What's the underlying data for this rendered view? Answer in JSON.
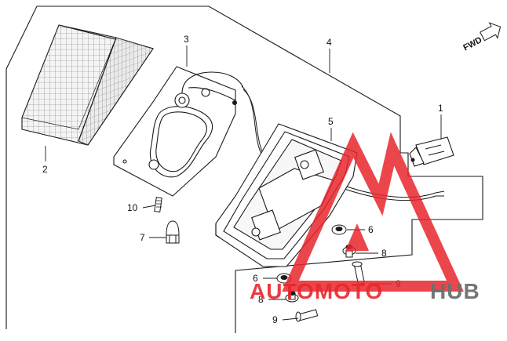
{
  "diagram": {
    "orientation_label": "FWD",
    "callouts": {
      "p1": "1",
      "p2": "2",
      "p3": "3",
      "p4": "4",
      "p5": "5",
      "p6a": "6",
      "p6b": "6",
      "p7": "7",
      "p8a": "8",
      "p8b": "8",
      "p9a": "9",
      "p9b": "9",
      "p10": "10"
    }
  },
  "watermark": {
    "part1": "AUTOMOTO",
    "part2": "HUB",
    "color_red": "#e8262c",
    "color_gray": "#6d6e70"
  },
  "colors": {
    "line": "#1a1a1a",
    "paper": "#ffffff"
  }
}
